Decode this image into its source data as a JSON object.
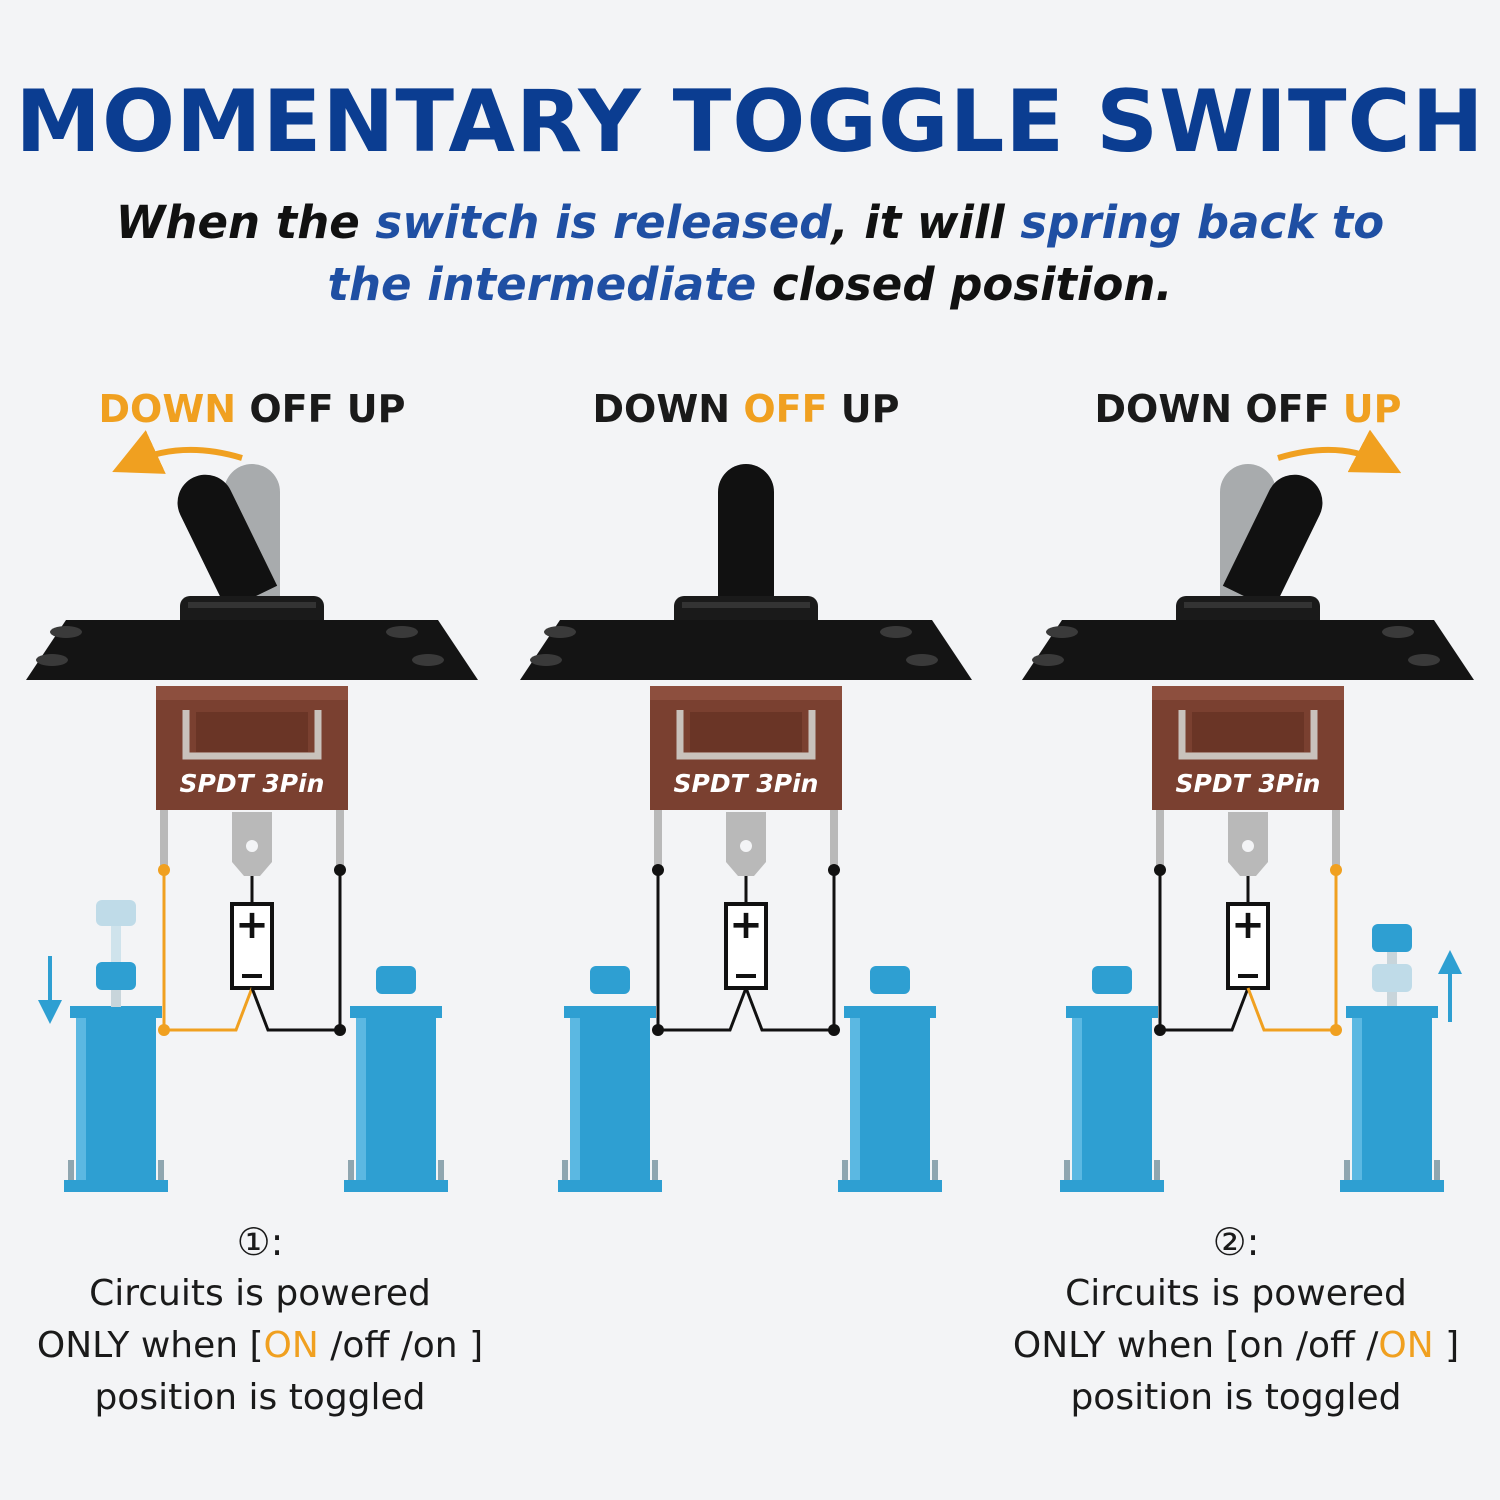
{
  "title": "MOMENTARY TOGGLE SWITCH",
  "subtitle": {
    "line1": [
      {
        "text": "When the ",
        "highlight": false
      },
      {
        "text": "switch is released",
        "highlight": true
      },
      {
        "text": ", it will ",
        "highlight": false
      },
      {
        "text": "spring back to",
        "highlight": true
      }
    ],
    "line2": [
      {
        "text": "the intermediate",
        "highlight": true
      },
      {
        "text": " closed position.",
        "highlight": false
      }
    ]
  },
  "colors": {
    "title": "#0b3d91",
    "highlight": "#1f4fa3",
    "active_label": "#f0a020",
    "cylinder": "#2e9fd2",
    "switch_body": "#7a4030",
    "wire_active": "#f0a020"
  },
  "panels": [
    {
      "labels": [
        "DOWN",
        "OFF",
        "UP"
      ],
      "active": 0,
      "switch_text": "SPDT 3Pin",
      "powered_side": "left",
      "marker": "①:",
      "caption": {
        "line1": "Circuits is powered",
        "line2_prefix": "ONLY when [",
        "line2_parts": [
          {
            "text": "ON",
            "on": true
          },
          {
            "text": " /off /on ]",
            "on": false
          }
        ],
        "line3": "position is toggled"
      }
    },
    {
      "labels": [
        "DOWN",
        "OFF",
        "UP"
      ],
      "active": 1,
      "switch_text": "SPDT 3Pin",
      "powered_side": "none"
    },
    {
      "labels": [
        "DOWN",
        "OFF",
        "UP"
      ],
      "active": 2,
      "switch_text": "SPDT 3Pin",
      "powered_side": "right",
      "marker": "②:",
      "caption": {
        "line1": "Circuits is powered",
        "line2_prefix": "ONLY when [",
        "line2_parts": [
          {
            "text": "on /off /",
            "on": false
          },
          {
            "text": "ON",
            "on": true
          },
          {
            "text": " ]",
            "on": false
          }
        ],
        "line3": "position is toggled"
      }
    }
  ]
}
